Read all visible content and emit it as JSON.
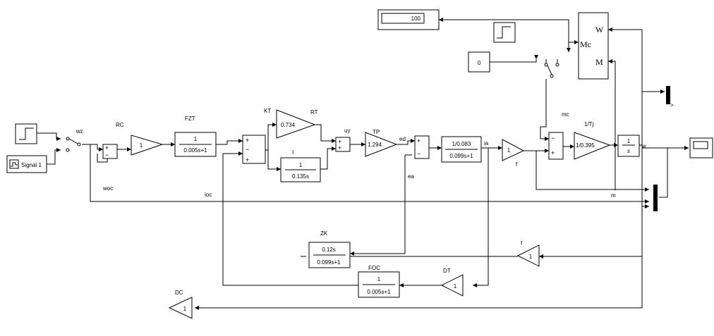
{
  "signals": {
    "woc": "woc",
    "ioc": "ioc",
    "uy": "uy",
    "ed": "ed",
    "ea": "ea",
    "ia": "ia",
    "mc": "mc",
    "m": "m",
    "w": "w",
    "f": "f",
    "wz": "wz"
  },
  "blocks": {
    "rc": {
      "name": "RC",
      "gain": "1"
    },
    "fzt": {
      "name": "FZT",
      "num": "1",
      "den": "0.005s+1"
    },
    "kt": {
      "name": "KT"
    },
    "rt": {
      "name": "RT",
      "gain": "0.734"
    },
    "i": {
      "name": "I",
      "num": "1",
      "den": "0.135s"
    },
    "tp": {
      "name": "TP",
      "gain": "1.294"
    },
    "armature": {
      "num": "1/0.083",
      "den": "0.099s+1"
    },
    "f_gain": {
      "name": "f",
      "gain": "1"
    },
    "tj": {
      "name": "1/Tj",
      "gain": "1/0.395"
    },
    "integrator": {
      "num": "1",
      "den": "s"
    },
    "zk": {
      "name": "ZK",
      "num": "0.12s",
      "den": "0.099s+1"
    },
    "foc": {
      "name": "FOC",
      "num": "1",
      "den": "0.005s+1"
    },
    "dt": {
      "name": "DT",
      "gain": "1"
    },
    "f_feedback": {
      "name": "f",
      "gain": "1"
    },
    "dc": {
      "name": "DC",
      "gain": "1"
    },
    "display": {
      "value": "100"
    },
    "constant": {
      "value": "0"
    },
    "signal_builder": {
      "label": "Signal 1"
    },
    "motor": {
      "w_port": "W",
      "mc_port": "Mc",
      "m_port": "M"
    }
  }
}
